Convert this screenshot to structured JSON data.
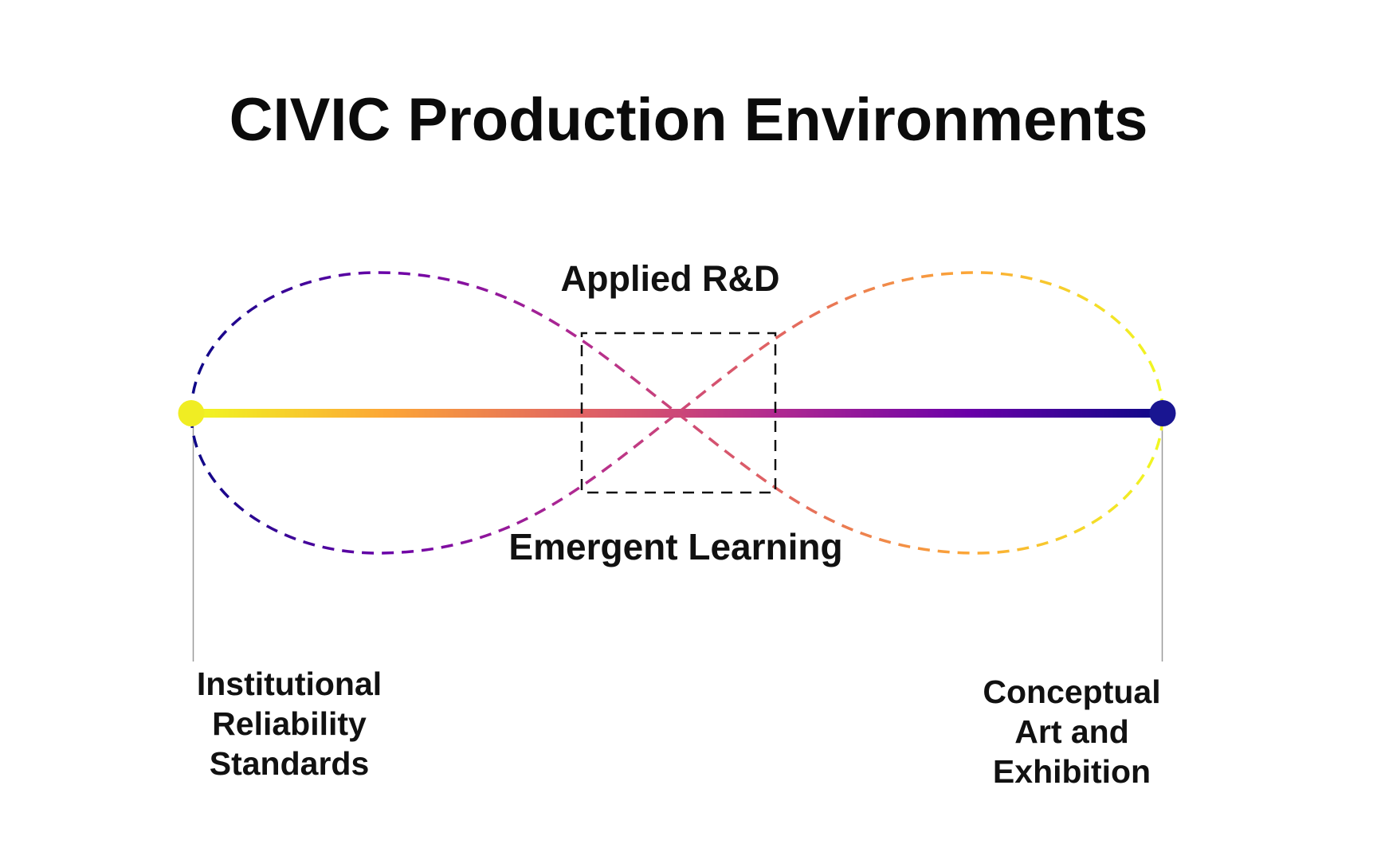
{
  "title": "CIVIC Production Environments",
  "figure": {
    "label_applied": "Applied R&D",
    "label_emergent": "Emergent Learning",
    "label_institutional": "Institutional\nReliability\nStandards",
    "label_conceptual": "Conceptual\nArt and\nExhibition"
  },
  "colors": {
    "plasma_line": [
      "#f0f921",
      "#fca636",
      "#e16462",
      "#cc4778",
      "#b12a90",
      "#6a00a8",
      "#0d0887"
    ],
    "left_dot": "#f0ed23",
    "right_dot": "#191591",
    "box_stroke": "#111111",
    "connector": "#999999",
    "text": "#0d0d0d"
  }
}
